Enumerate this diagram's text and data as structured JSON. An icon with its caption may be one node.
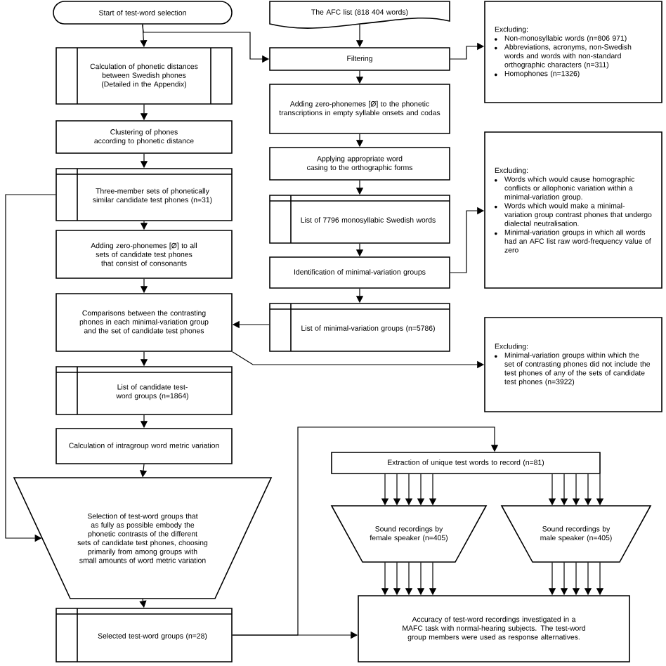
{
  "diagram": {
    "nodes": [
      {
        "text": [
          "Start of test-word selection"
        ]
      },
      {
        "text": [
          "Calculation of phonetic distances between Swedish phones (Detailed in the Appendix)"
        ]
      },
      {
        "text": [
          "Clustering of phones according to phonetic distance"
        ]
      },
      {
        "text": [
          "Three-member sets of phonetically similar candidate test phones (n=31)"
        ]
      },
      {
        "text": [
          "Adding zero-phonemes [Ø] to all sets of candidate test phones that consist of consonants"
        ]
      },
      {
        "text": [
          "Comparisons between the contrasting phones in each minimal-variation group and the set of candidate test phones"
        ]
      },
      {
        "text": [
          "List of candidate test-word groups (n=1864)"
        ]
      },
      {
        "text": [
          "Calculation of intragroup word metric variation"
        ]
      },
      {
        "text": [
          "Selection of test-word groups that as fully as possible embody the phonetic contrasts of the different sets of candidate test phones, choosing primarily from among groups with small amounts of word metric variation"
        ]
      },
      {
        "text": [
          "Selected test-word groups (n=28)"
        ]
      },
      {
        "text": [
          "The AFC list (818 404 words)"
        ]
      },
      {
        "text": [
          "Filtering"
        ]
      },
      {
        "text": [
          "Adding zero-phonemes [Ø] to the phonetic transcriptions in empty syllable onsets and codas"
        ]
      },
      {
        "text": [
          "Applying appropriate word casing to the orthographic forms"
        ]
      },
      {
        "text": [
          "List of 7796 monosyllabic Swedish words"
        ]
      },
      {
        "text": [
          "Identification of minimal-variation groups"
        ]
      },
      {
        "text": [
          "List of minimal-variation groups (n=5786)"
        ]
      },
      {
        "text": [
          "Excluding:",
          "Non-monosyllabic words (n=806 971)",
          "Abbreviations, acronyms, non-Swedish words and words with non-standard orthographic characters (n=311)",
          "Homophones (n=1326)"
        ]
      },
      {
        "text": [
          "Excluding:",
          "Words which would cause homographic conflicts or allophonic variation within a minimal-variation group.",
          "Words which would make a minimal-variation group contrast phones that undergo dialectal neutralisation.",
          "Minimal-variation groups in which all words had an AFC list raw word-frequency value of zero"
        ]
      },
      {
        "text": [
          "Excluding:",
          "Minimal-variation groups within which the set of contrasting phones did not include the test phones of any of the sets of candidate test phones (n=3922)"
        ]
      },
      {
        "text": [
          "Extraction of unique test words to record (n=81)"
        ]
      },
      {
        "text": [
          "Sound recordings by female speaker (n=405)"
        ]
      },
      {
        "text": [
          "Sound recordings by male speaker (n=405)"
        ]
      },
      {
        "text": [
          "Accuracy of test-word recordings investigated in a MAFC task with normal-hearing subjects. The test-word group members were used as response alternatives."
        ]
      }
    ],
    "edges": [
      {
        "from": 0,
        "to": 1,
        "arrow": "to"
      },
      {
        "from": 0,
        "to": 11,
        "arrow": "to"
      },
      {
        "from": 1,
        "to": 2,
        "arrow": "to"
      },
      {
        "from": 2,
        "to": 3,
        "arrow": "to"
      },
      {
        "from": 3,
        "to": 4,
        "arrow": "to"
      },
      {
        "from": 3,
        "to": 8,
        "arrow": "to"
      },
      {
        "from": 4,
        "to": 5,
        "arrow": "to"
      },
      {
        "from": 5,
        "to": 6,
        "arrow": "to"
      },
      {
        "from": 5,
        "to": 19,
        "arrow": "to"
      },
      {
        "from": 6,
        "to": 7,
        "arrow": "to"
      },
      {
        "from": 7,
        "to": 8,
        "arrow": "to"
      },
      {
        "from": 8,
        "to": 9,
        "arrow": "to"
      },
      {
        "from": 9,
        "to": 20,
        "arrow": "to"
      },
      {
        "from": 9,
        "to": 23,
        "arrow": "to"
      },
      {
        "from": 10,
        "to": 11,
        "arrow": "to"
      },
      {
        "from": 11,
        "to": 12,
        "arrow": "to"
      },
      {
        "from": 11,
        "to": 17,
        "arrow": "to"
      },
      {
        "from": 12,
        "to": 13,
        "arrow": "to"
      },
      {
        "from": 13,
        "to": 14,
        "arrow": "to"
      },
      {
        "from": 14,
        "to": 15,
        "arrow": "to"
      },
      {
        "from": 15,
        "to": 16,
        "arrow": "to"
      },
      {
        "from": 15,
        "to": 18,
        "arrow": "to"
      },
      {
        "from": 16,
        "to": 5,
        "arrow": "to"
      },
      {
        "from": 20,
        "to": 21,
        "arrow": "to"
      },
      {
        "from": 20,
        "to": 21,
        "arrow": "to"
      },
      {
        "from": 20,
        "to": 21,
        "arrow": "to"
      },
      {
        "from": 20,
        "to": 21,
        "arrow": "to"
      },
      {
        "from": 20,
        "to": 21,
        "arrow": "to"
      },
      {
        "from": 20,
        "to": 22,
        "arrow": "to"
      },
      {
        "from": 20,
        "to": 22,
        "arrow": "to"
      },
      {
        "from": 20,
        "to": 22,
        "arrow": "to"
      },
      {
        "from": 20,
        "to": 22,
        "arrow": "to"
      },
      {
        "from": 20,
        "to": 22,
        "arrow": "to"
      },
      {
        "from": 21,
        "to": 23,
        "arrow": "to"
      },
      {
        "from": 21,
        "to": 23,
        "arrow": "to"
      },
      {
        "from": 21,
        "to": 23,
        "arrow": "to"
      },
      {
        "from": 21,
        "to": 23,
        "arrow": "to"
      },
      {
        "from": 21,
        "to": 23,
        "arrow": "to"
      },
      {
        "from": 22,
        "to": 23,
        "arrow": "to"
      },
      {
        "from": 22,
        "to": 23,
        "arrow": "to"
      },
      {
        "from": 22,
        "to": 23,
        "arrow": "to"
      },
      {
        "from": 22,
        "to": 23,
        "arrow": "to"
      },
      {
        "from": 22,
        "to": 23,
        "arrow": "to"
      }
    ]
  }
}
